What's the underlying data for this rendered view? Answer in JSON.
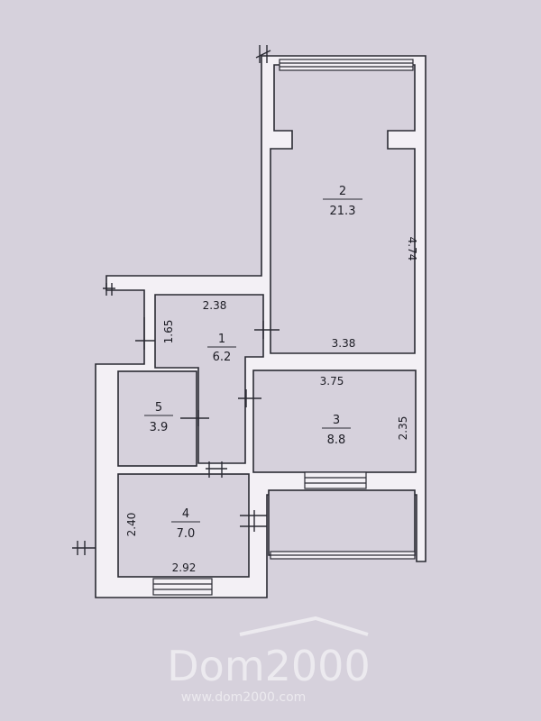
{
  "rooms": [
    {
      "number": "1",
      "area": "6.2"
    },
    {
      "number": "2",
      "area": "21.3"
    },
    {
      "number": "3",
      "area": "8.8"
    },
    {
      "number": "4",
      "area": "7.0"
    },
    {
      "number": "5",
      "area": "3.9"
    }
  ],
  "dimensions": {
    "room1_width": "2.38",
    "room1_height": "1.65",
    "room2_length": "4.74",
    "room2_width": "3.38",
    "room3_width": "3.75",
    "room3_height": "2.35",
    "room4_height": "2.40",
    "room4_width": "2.92"
  },
  "watermark": {
    "brand": "Dom2000",
    "url": "www.dom2000.com"
  }
}
